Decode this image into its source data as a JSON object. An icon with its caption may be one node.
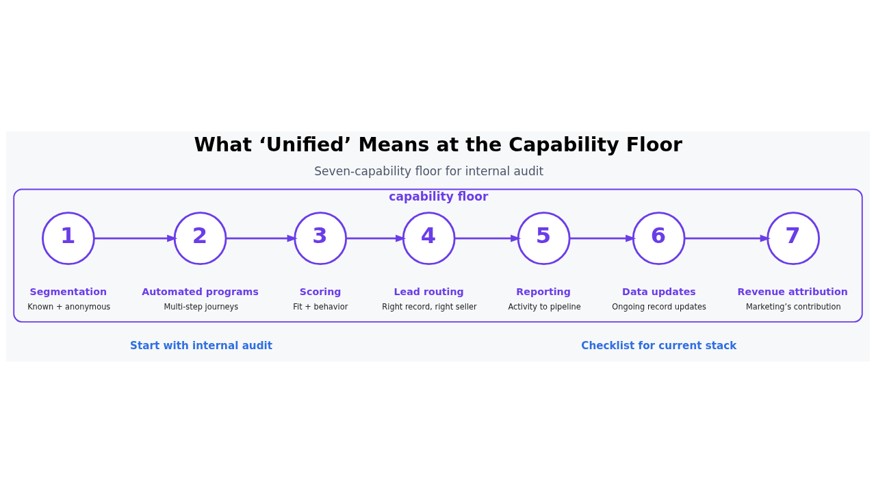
{
  "diagram": {
    "title": "What ‘Unified’ Means at the Capability Floor",
    "nodes": [
      {
        "text": [
          "capability floor"
        ]
      },
      {
        "text": [
          "1"
        ],
        "in": 0,
        "beside": [
          "Segmentation",
          "Known + anonymous"
        ]
      },
      {
        "text": [
          "2"
        ],
        "in": 0,
        "beside": [
          "Automated programs",
          "Multi-step journeys"
        ]
      },
      {
        "text": [
          "3"
        ],
        "in": 0,
        "beside": [
          "Scoring",
          "Fit + behavior"
        ]
      },
      {
        "text": [
          "4"
        ],
        "in": 0,
        "beside": [
          "Lead routing",
          "Right record, right seller"
        ]
      },
      {
        "text": [
          "5"
        ],
        "in": 0,
        "beside": [
          "Reporting",
          "Activity to pipeline"
        ]
      },
      {
        "text": [
          "6"
        ],
        "in": 0,
        "beside": [
          "Data updates",
          "Ongoing record updates"
        ]
      },
      {
        "text": [
          "7"
        ],
        "in": 0,
        "beside": [
          "Revenue attribution",
          "Marketing’s contribution"
        ]
      }
    ],
    "edges": [
      {
        "from": 1,
        "to": 2,
        "arrow": "to"
      },
      {
        "from": 2,
        "to": 3,
        "arrow": "to"
      },
      {
        "from": 3,
        "to": 4,
        "arrow": "to"
      },
      {
        "from": 4,
        "to": 5,
        "arrow": "to"
      },
      {
        "from": 5,
        "to": 6,
        "arrow": "to"
      },
      {
        "from": 6,
        "to": 7,
        "arrow": "to"
      }
    ],
    "labels": [
      "Seven-capability floor for internal audit",
      "Start with internal audit",
      "Checklist for current stack"
    ]
  }
}
